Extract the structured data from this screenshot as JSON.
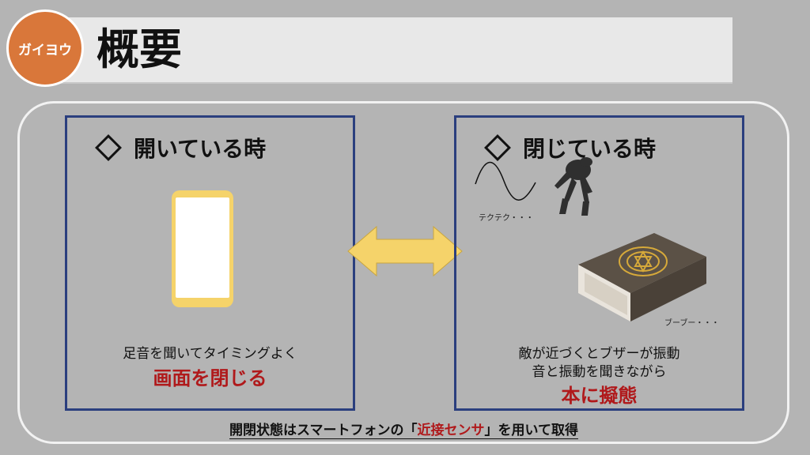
{
  "header": {
    "badge": "ガイヨウ",
    "title": "概要"
  },
  "left_panel": {
    "heading": "開いている時",
    "caption": "足音を聞いてタイミングよく",
    "emphasis": "画面を閉じる"
  },
  "right_panel": {
    "heading": "閉じている時",
    "footsteps_sfx": "テクテク・・・",
    "buzzer_sfx": "ブーブー・・・",
    "caption_line1": "敵が近づくとブザーが振動",
    "caption_line2": "音と振動を聞きながら",
    "emphasis": "本に擬態"
  },
  "footer": {
    "before": "開閉状態はスマートフォンの「",
    "highlight": "近接センサ",
    "after": "」を用いて取得"
  },
  "colors": {
    "badge": "#d9773a",
    "panel_border": "#2b3f7e",
    "phone": "#f5d36a",
    "arrow": "#f5d36a",
    "emphasis": "#b0191b"
  },
  "icons": [
    "diamond-icon",
    "smartphone-icon",
    "double-arrow-icon",
    "sound-wave-icon",
    "monster-icon",
    "book-icon"
  ]
}
